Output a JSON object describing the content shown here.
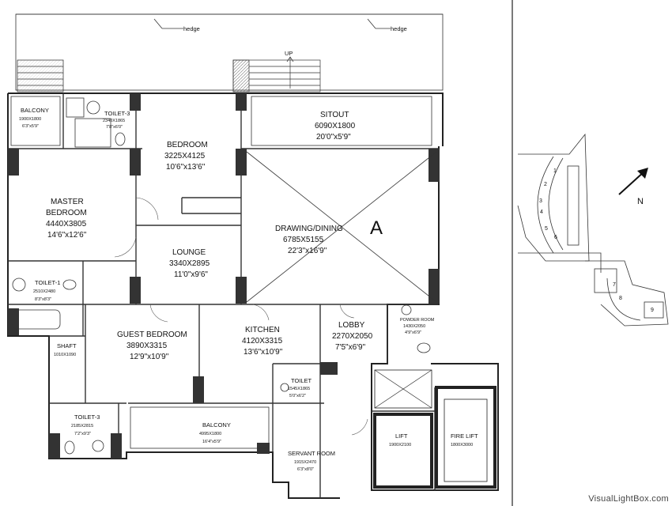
{
  "plan": {
    "flat_letter": "A",
    "up_label": "UP",
    "hedge_labels": [
      "hedge",
      "hedge"
    ],
    "rooms": [
      {
        "id": "balcony-1",
        "name": "BALCONY",
        "dims": "1900X1800",
        "imperial": "6'3\"x5'9\""
      },
      {
        "id": "toilet-3-top",
        "name": "TOILET-3",
        "dims": "2340X1865",
        "imperial": "7'8\"x6'0\""
      },
      {
        "id": "bedroom",
        "name": "BEDROOM",
        "dims": "3225X4125",
        "imperial": "10'6\"x13'6\""
      },
      {
        "id": "sitout",
        "name": "SITOUT",
        "dims": "6090X1800",
        "imperial": "20'0\"x5'9\""
      },
      {
        "id": "master-bedroom",
        "name": "MASTER",
        "name2": "BEDROOM",
        "dims": "4440X3805",
        "imperial": "14'6\"x12'6\""
      },
      {
        "id": "drawing-dining",
        "name": "DRAWING/DINING",
        "dims": "6785X5155",
        "imperial": "22'3\"x16'9\""
      },
      {
        "id": "lounge",
        "name": "LOUNGE",
        "dims": "3340X2895",
        "imperial": "11'0\"x9'6\""
      },
      {
        "id": "toilet-1",
        "name": "TOILET-1",
        "dims": "2510X2480",
        "imperial": "8'3\"x8'3\""
      },
      {
        "id": "guest-bedroom",
        "name": "GUEST BEDROOM",
        "dims": "3890X3315",
        "imperial": "12'9\"x10'9\""
      },
      {
        "id": "kitchen",
        "name": "KITCHEN",
        "dims": "4120X3315",
        "imperial": "13'6\"x10'9\""
      },
      {
        "id": "lobby",
        "name": "LOBBY",
        "dims": "2270X2050",
        "imperial": "7'5\"x6'9\""
      },
      {
        "id": "powder-room",
        "name": "POWDER ROOM",
        "dims": "1430X2050",
        "imperial": "4'9\"x6'9\""
      },
      {
        "id": "shaft",
        "name": "SHAFT",
        "dims": "1010X1090",
        "imperial": ""
      },
      {
        "id": "toilet-small",
        "name": "TOILET",
        "dims": "1545X1865",
        "imperial": "5'0\"x6'2\""
      },
      {
        "id": "toilet-3-bottom",
        "name": "TOILET-3",
        "dims": "2185X2815",
        "imperial": "7'2\"x9'3\""
      },
      {
        "id": "balcony-2",
        "name": "BALCONY",
        "dims": "4995X1800",
        "imperial": "16'4\"x5'9\""
      },
      {
        "id": "servant-room",
        "name": "SERVANT ROOM",
        "dims": "1915X2470",
        "imperial": "6'3\"x8'0\""
      },
      {
        "id": "lift",
        "name": "LIFT",
        "dims": "1900X2100",
        "imperial": ""
      },
      {
        "id": "fire-lift",
        "name": "FIRE LIFT",
        "dims": "1800X3000",
        "imperial": ""
      }
    ]
  },
  "key_plan": {
    "north_label": "N",
    "unit_numbers": [
      "1",
      "2",
      "3",
      "4",
      "5",
      "6",
      "7",
      "8",
      "9"
    ]
  },
  "watermark": "VisualLightBox.com"
}
